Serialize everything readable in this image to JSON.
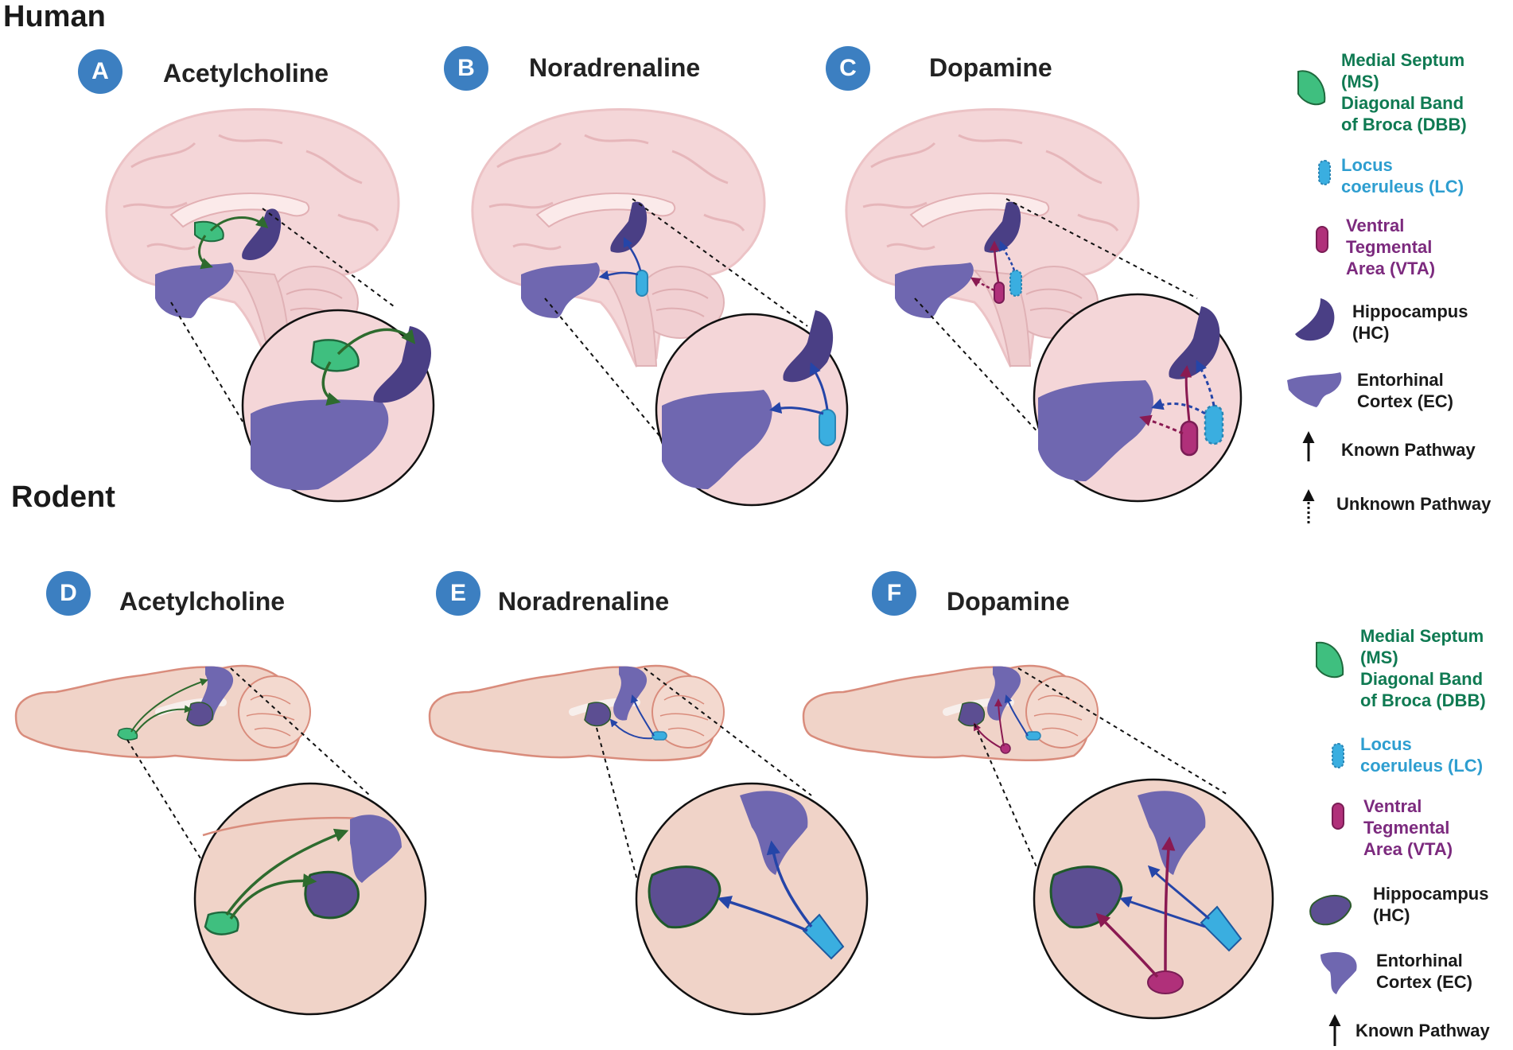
{
  "sections": {
    "human": "Human",
    "rodent": "Rodent"
  },
  "panels": [
    {
      "letter": "A",
      "title": "Acetylcholine"
    },
    {
      "letter": "B",
      "title": "Noradrenaline"
    },
    {
      "letter": "C",
      "title": "Dopamine"
    },
    {
      "letter": "D",
      "title": "Acetylcholine"
    },
    {
      "letter": "E",
      "title": "Noradrenaline"
    },
    {
      "letter": "F",
      "title": "Dopamine"
    }
  ],
  "legend_human": {
    "ms": [
      "Medial Septum",
      "(MS)",
      "Diagonal Band",
      "of Broca (DBB)"
    ],
    "lc": [
      "Locus",
      "coeruleus (LC)"
    ],
    "vta": [
      "Ventral",
      "Tegmental",
      "Area (VTA)"
    ],
    "hc": [
      "Hippocampus",
      "(HC)"
    ],
    "ec": [
      "Entorhinal",
      "Cortex (EC)"
    ],
    "known": "Known Pathway",
    "unknown": "Unknown Pathway"
  },
  "legend_rodent": {
    "ms": [
      "Medial Septum",
      "(MS)",
      "Diagonal Band",
      "of Broca (DBB)"
    ],
    "lc": [
      "Locus",
      "coeruleus (LC)"
    ],
    "vta": [
      "Ventral",
      "Tegmental",
      "Area (VTA)"
    ],
    "hc": [
      "Hippocampus",
      "(HC)"
    ],
    "ec": [
      "Entorhinal",
      "Cortex (EC)"
    ],
    "known": "Known Pathway"
  },
  "colors": {
    "badge": "#3c7fc1",
    "brain_human": "#f4d6d8",
    "brain_rodent": "#f0d3c8",
    "septum": "#3fbf7f",
    "acetylcholine": "#2e6b2e",
    "noradrenaline": "#2545a8",
    "dopamine": "#8a1a52",
    "locus": "#3aaee0",
    "vta": "#b0307a",
    "hippocampus": "#4a3f85",
    "entorhinal": "#6f67b0"
  }
}
